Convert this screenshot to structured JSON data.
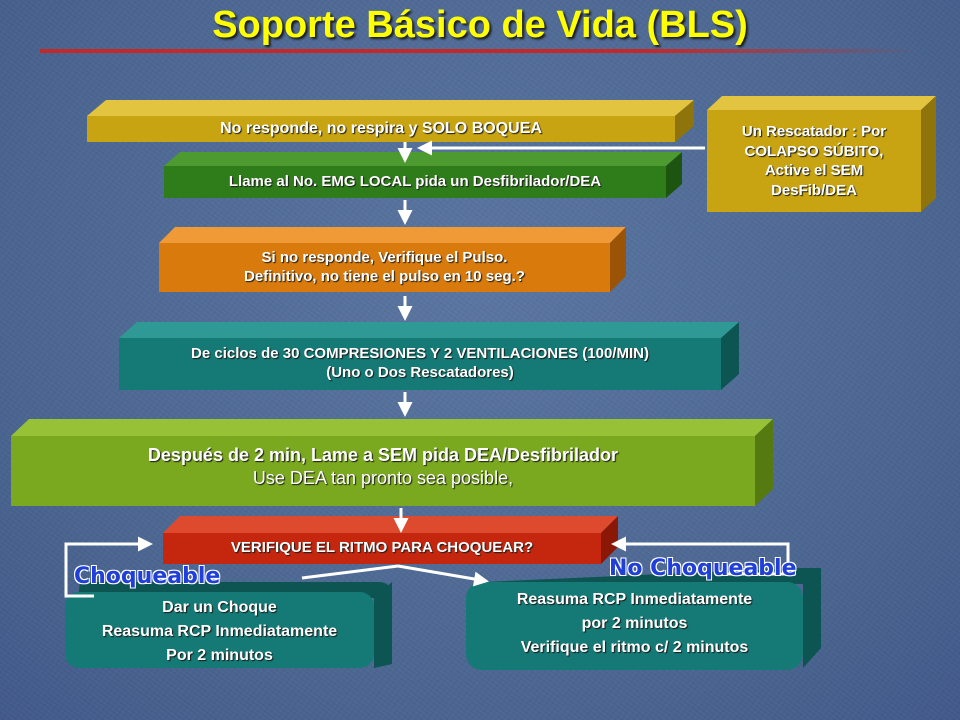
{
  "title": "Soporte Básico de Vida (BLS)",
  "steps": {
    "no_responde": "No responde, no respira y SOLO BOQUEA",
    "llame": "Llame al No. EMG LOCAL pida  un Desfibrilador/DEA",
    "pulso_line1": "Si no responde, Verifique el Pulso.",
    "pulso_line2": "Definitivo, no  tiene el pulso en 10 seg.?",
    "ciclos_line1": "De ciclos de 30 COMPRESIONES Y 2 VENTILACIONES (100/MIN)",
    "ciclos_line2": "(Uno o Dos Rescatadores)",
    "despues_line1": "Después de 2 min, Lame a SEM pida DEA/Desfibrilador",
    "despues_line2": "Use DEA tan pronto sea posible,",
    "verifique": "VERIFIQUE EL RITMO PARA CHOQUEAR?"
  },
  "rescatador": {
    "line1": "Un Rescatador : Por",
    "line2": "COLAPSO SÚBITO,",
    "line3": "Active el SEM",
    "line4": "DesFib/DEA"
  },
  "branches": {
    "choqueable_label": "Choqueable",
    "no_choqueable_label": "No Choqueable",
    "choqueable_line1": "Dar un Choque",
    "choqueable_line2": "Reasuma RCP Inmediatamente",
    "choqueable_line3": "Por 2 minutos",
    "no_choqueable_line1": "Reasuma RCP Inmediatamente",
    "no_choqueable_line2": "por 2 minutos",
    "no_choqueable_line3": "Verifique el ritmo c/ 2 minutos"
  },
  "colors": {
    "title": "#ffff00",
    "olive": "#c8a412",
    "green_dark": "#2e7d1a",
    "orange": "#d87a0c",
    "teal": "#157a76",
    "lime": "#7aa81e",
    "red": "#c4260e",
    "branch_label": "#1f3fd8"
  }
}
